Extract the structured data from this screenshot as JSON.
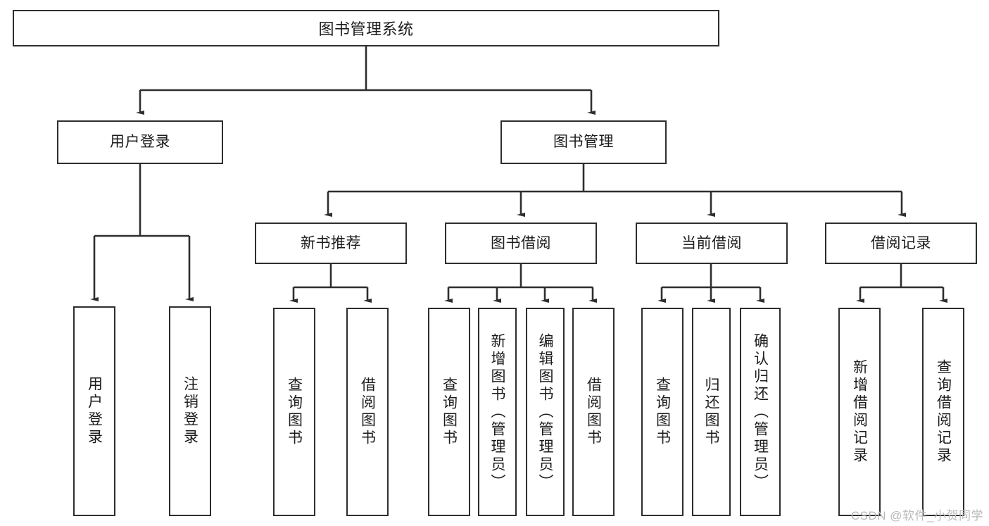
{
  "diagram": {
    "type": "tree-hierarchy-diagram",
    "title_node": {
      "id": "root",
      "label": "图书管理系统"
    },
    "level2": [
      {
        "id": "user-login",
        "label": "用户登录"
      },
      {
        "id": "book-manage",
        "label": "图书管理"
      }
    ],
    "level3": [
      {
        "id": "new-book-rec",
        "label": "新书推荐",
        "parent": "book-manage"
      },
      {
        "id": "book-borrow",
        "label": "图书借阅",
        "parent": "book-manage"
      },
      {
        "id": "current-borrow",
        "label": "当前借阅",
        "parent": "book-manage"
      },
      {
        "id": "borrow-record",
        "label": "借阅记录",
        "parent": "book-manage"
      }
    ],
    "leaves": [
      {
        "id": "leaf-user-login",
        "label": "用户登录",
        "parent": "user-login"
      },
      {
        "id": "leaf-logout-login",
        "label": "注销登录",
        "parent": "user-login"
      },
      {
        "id": "leaf-query-book-1",
        "label": "查询图书",
        "parent": "new-book-rec"
      },
      {
        "id": "leaf-borrow-book-1",
        "label": "借阅图书",
        "parent": "new-book-rec"
      },
      {
        "id": "leaf-query-book-2",
        "label": "查询图书",
        "parent": "book-borrow"
      },
      {
        "id": "leaf-add-book",
        "label": "新增图书（管理员）",
        "parent": "book-borrow"
      },
      {
        "id": "leaf-edit-book",
        "label": "编辑图书（管理员）",
        "parent": "book-borrow"
      },
      {
        "id": "leaf-borrow-book-2",
        "label": "借阅图书",
        "parent": "book-borrow"
      },
      {
        "id": "leaf-query-book-3",
        "label": "查询图书",
        "parent": "current-borrow"
      },
      {
        "id": "leaf-return-book",
        "label": "归还图书",
        "parent": "current-borrow"
      },
      {
        "id": "leaf-confirm-return",
        "label": "确认归还（管理员）",
        "parent": "current-borrow"
      },
      {
        "id": "leaf-add-record",
        "label": "新增借阅记录",
        "parent": "borrow-record"
      },
      {
        "id": "leaf-query-record",
        "label": "查询借阅记录",
        "parent": "borrow-record"
      }
    ],
    "watermark": "CSDN @软件_小贺同学",
    "colors": {
      "stroke": "#2e2e2e",
      "background": "#ffffff",
      "text": "#1c1c1c",
      "watermark": "#b9b9b9"
    }
  }
}
